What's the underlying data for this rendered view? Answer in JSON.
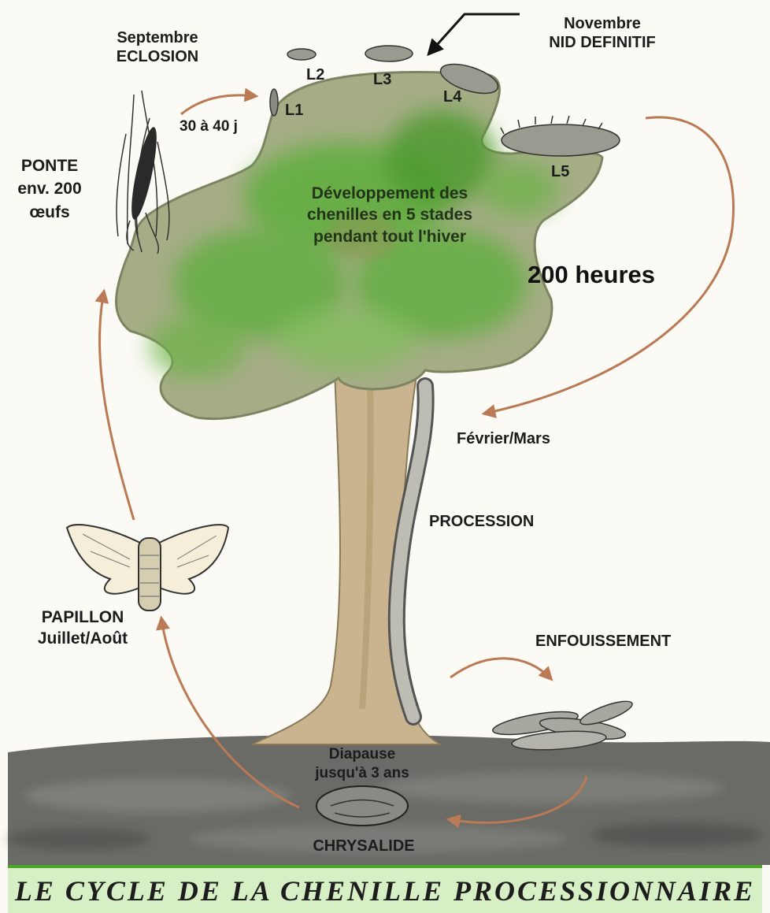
{
  "diagram": {
    "title": "LE CYCLE DE LA CHENILLE PROCESSIONNAIRE",
    "labels": {
      "eclosion_month": "Septembre",
      "eclosion": "ECLOSION",
      "nest_month": "Novembre",
      "nest": "NID DEFINITIF",
      "duration_days": "30 à 40 j",
      "ponte": "PONTE",
      "ponte_count": "env. 200",
      "ponte_unit": "œufs",
      "development_1": "Développement des",
      "development_2": "chenilles en 5 stades",
      "development_3": "pendant tout l'hiver",
      "hours": "200 heures",
      "procession_month": "Février/Mars",
      "procession": "PROCESSION",
      "papillon": "PAPILLON",
      "papillon_month": "Juillet/Août",
      "enfouissement": "ENFOUISSEMENT",
      "diapause_1": "Diapause",
      "diapause_2": "jusqu'à 3 ans",
      "chrysalide": "CHRYSALIDE"
    },
    "stages": [
      "L1",
      "L2",
      "L3",
      "L4",
      "L5"
    ],
    "colors": {
      "foliage": "#5fae3c",
      "crown_rim": "#a6ad86",
      "trunk": "#c9b48f",
      "soil": "#5c5c58",
      "arrow": "#b97a55",
      "title_band": "#d7efc4",
      "title_border": "#4ea72a"
    }
  }
}
